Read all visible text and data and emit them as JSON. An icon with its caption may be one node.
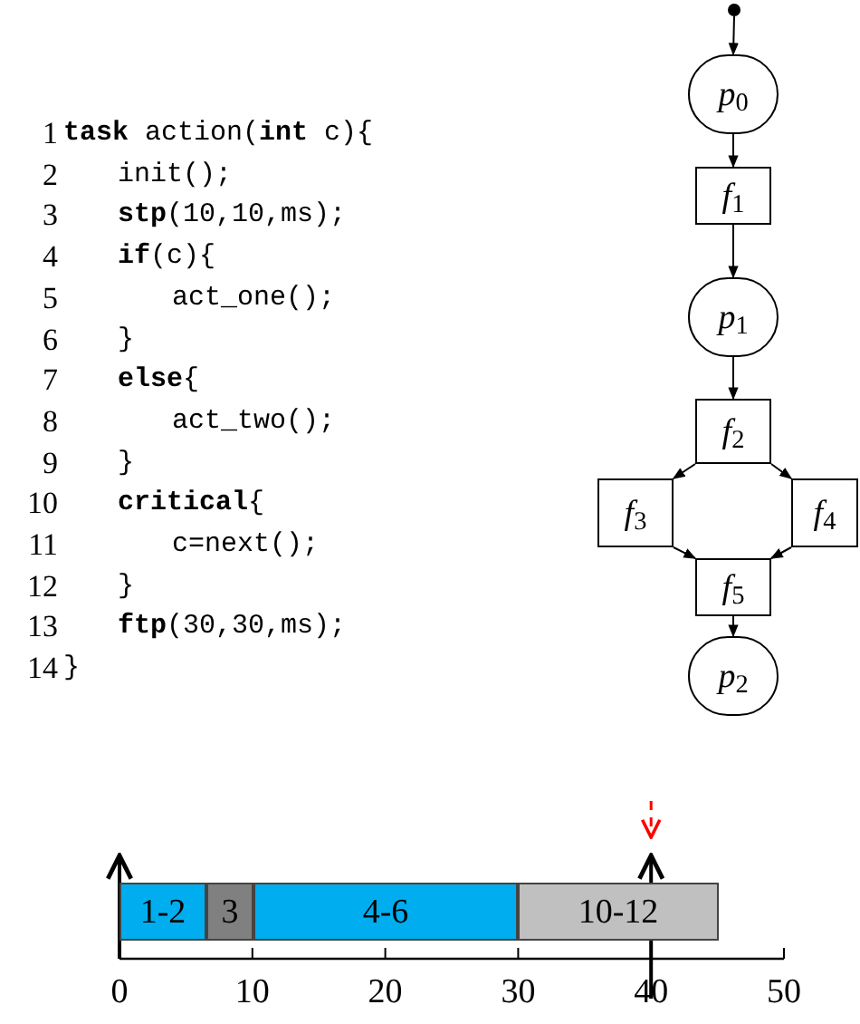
{
  "diagram": {
    "nodes": [
      {
        "text": [],
        "shape": "circle"
      },
      {
        "text": [
          "*p*$_{0}$"
        ]
      },
      {
        "text": [
          "*f*$_{1}$"
        ]
      },
      {
        "text": [
          "*p*$_{1}$"
        ]
      },
      {
        "text": [
          "*f*$_{2}$"
        ]
      },
      {
        "text": [
          "*f*$_{3}$"
        ]
      },
      {
        "text": [
          "*f*$_{4}$"
        ]
      },
      {
        "text": [
          "*f*$_{5}$"
        ]
      },
      {
        "text": [
          "*p*$_{2}$"
        ]
      }
    ],
    "edges": [
      {
        "from": 0,
        "to": 1,
        "arrow": "to"
      },
      {
        "from": 1,
        "to": 2,
        "arrow": "to"
      },
      {
        "from": 2,
        "to": 3,
        "arrow": "to"
      },
      {
        "from": 3,
        "to": 4,
        "arrow": "to"
      },
      {
        "from": 4,
        "to": 5,
        "arrow": "to"
      },
      {
        "from": 4,
        "to": 6,
        "arrow": "to"
      },
      {
        "from": 5,
        "to": 7,
        "arrow": "to"
      },
      {
        "from": 6,
        "to": 7,
        "arrow": "to"
      },
      {
        "from": 7,
        "to": 8,
        "arrow": "to"
      }
    ],
    "labels": [
      "1",
      "**task** action(**int** c){",
      "2",
      "init();",
      "3",
      "**stp**(10,10,ms);",
      "4",
      "**if**(c){",
      "5",
      "act_one();",
      "6",
      "}",
      "7",
      "**else**{",
      "8",
      "act_two();",
      "9",
      "}",
      "10",
      "**critical**{",
      "11",
      "c=next();",
      "12",
      "}",
      "13",
      "**ftp**(30,30,ms);",
      "14",
      "}",
      "1-2",
      "3",
      "4-6",
      "10-12",
      "0",
      "10",
      "20",
      "30",
      "40",
      "50"
    ]
  }
}
